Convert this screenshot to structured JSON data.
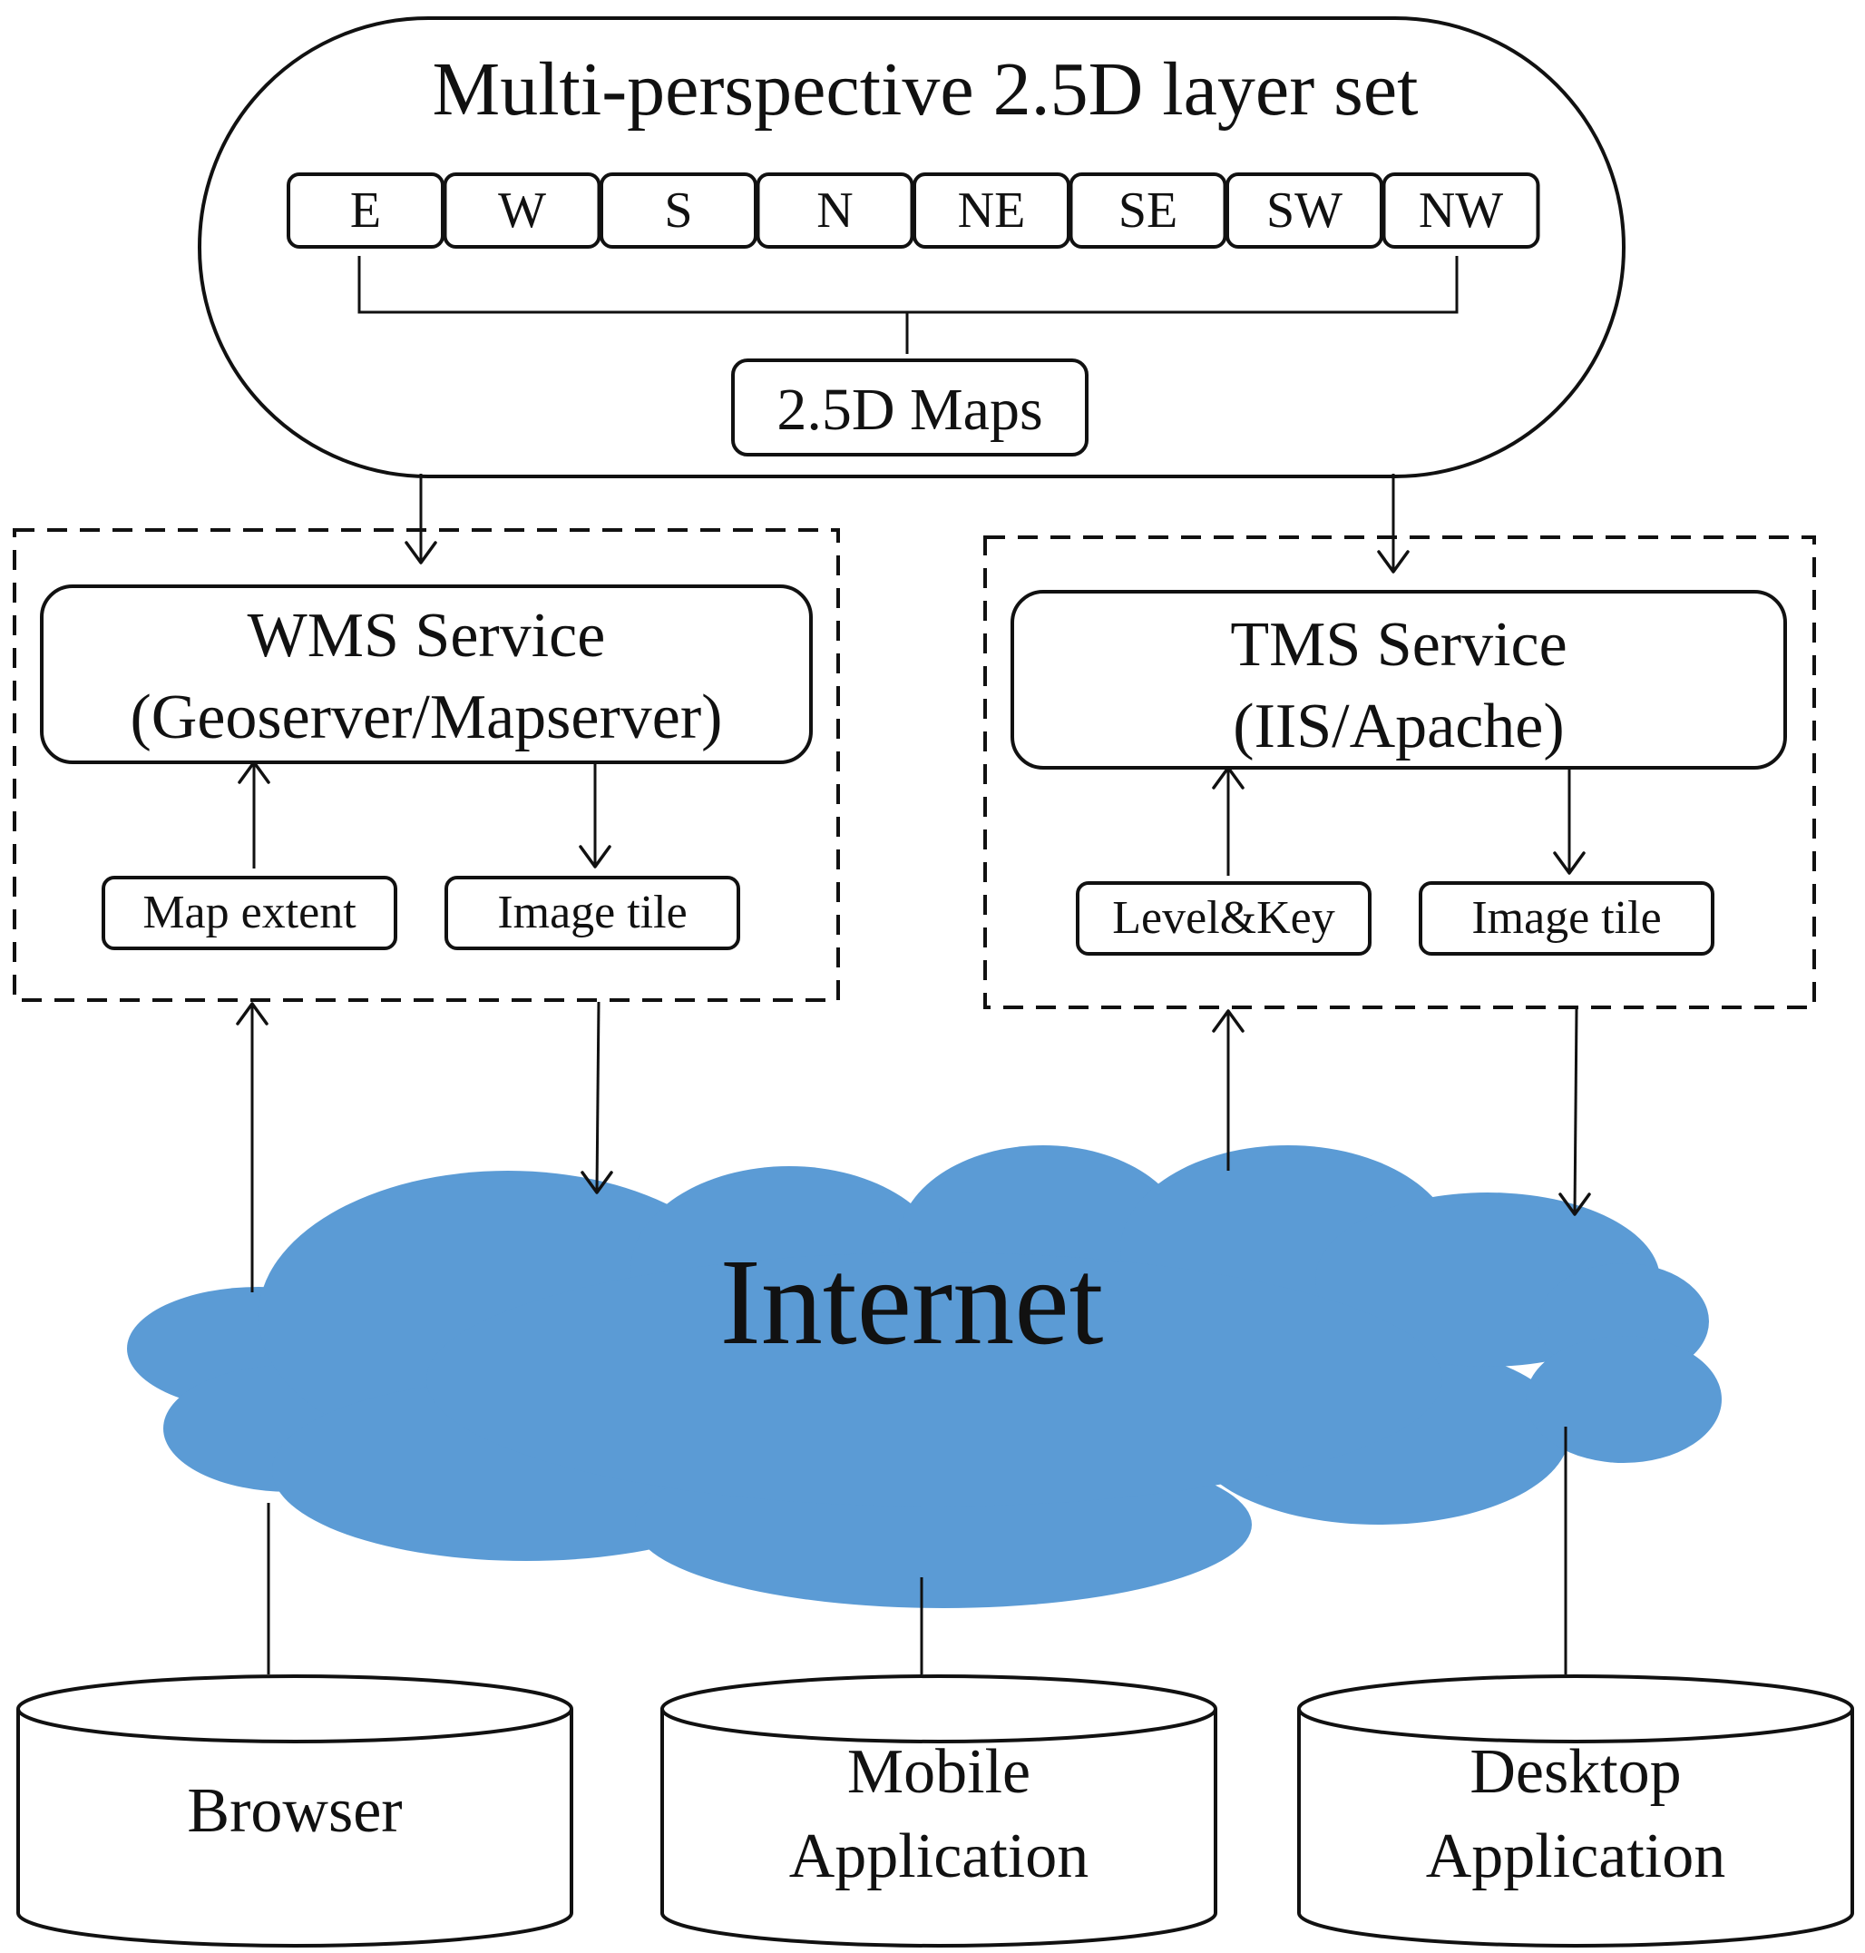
{
  "layer_set": {
    "title": "Multi-perspective 2.5D layer set",
    "directions": [
      "E",
      "W",
      "S",
      "N",
      "NE",
      "SE",
      "SW",
      "NW"
    ],
    "maps_label": "2.5D Maps"
  },
  "wms": {
    "title_line1": "WMS Service",
    "title_line2": "(Geoserver/Mapserver)",
    "input_label": "Map extent",
    "output_label": "Image tile"
  },
  "tms": {
    "title_line1": "TMS Service",
    "title_line2": "(IIS/Apache)",
    "input_label": "Level&Key",
    "output_label": "Image tile"
  },
  "network": {
    "label": "Internet",
    "cloud_color": "#5b9bd5"
  },
  "clients": {
    "browser": [
      "Browser"
    ],
    "mobile": [
      "Mobile",
      "Application"
    ],
    "desktop": [
      "Desktop",
      "Application"
    ]
  }
}
